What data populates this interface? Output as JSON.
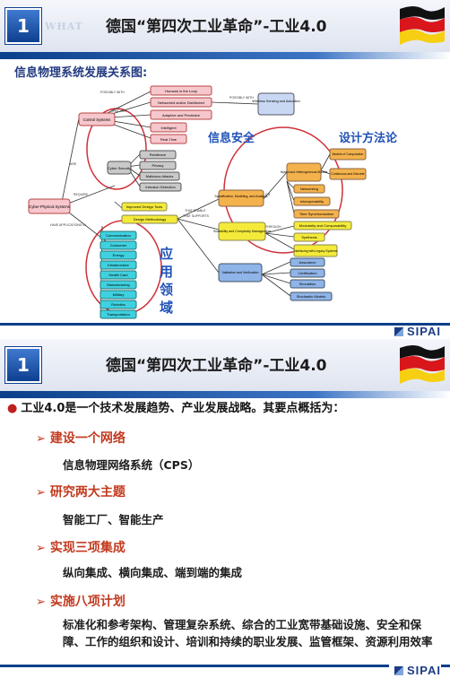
{
  "slide1": {
    "number": "1",
    "watermark": "WHAT",
    "title": "德国“第四次工业革命”-工业4.0",
    "subtitle": "信息物理系统发展关系图:",
    "footer_brand": "SIPAI",
    "labels": {
      "info_security": "信息安全",
      "design_methodology": "设计方法论",
      "application_domain": [
        "应",
        "用",
        "领",
        "域"
      ]
    },
    "diagram": {
      "root": "Cyber-Physical Systems",
      "edge_labels": {
        "are": "ARE",
        "require": "REQUIRE",
        "have_applications_in": "HAVE APPLICATIONS IN",
        "possibly_with": "POSSIBLY WITH",
        "that_are": "THAT ARE",
        "possibly_with_2": "POSSIBLY WITH",
        "that_enable": "THAT ENABLE",
        "that_supports": "THAT SUPPORTS",
        "or": "OR",
        "through": "THROUGH"
      },
      "control_systems": "Control Systems",
      "control_children": [
        "Humans in the Loop",
        "Networked and/or Distributed",
        "Adaptive and Predictive",
        "Intelligent",
        "Real-Time"
      ],
      "wireless": "Wireless Sensing and Actuation",
      "cyber_security": "Cyber Security",
      "security_children": [
        "Resilience",
        "Privacy",
        "Malicious Attacks",
        "Intrusion Detection"
      ],
      "improved_design_tools": "Improved Design Tools",
      "design_methodology": "Design Methodology",
      "spec": "Specification, Modeling, and Analysis",
      "scalability": "Scalability and Complexity Management",
      "validation": "Validation and Verification",
      "hybrid": "Hybrid and Heterogeneous Models",
      "hybrid_children": [
        "Models of Computation",
        "Continuous and Discrete"
      ],
      "spec_children": [
        "Networking",
        "Interoperability",
        "Time Synchronization"
      ],
      "scal_children": [
        "Modularity and Composability",
        "Synthesis",
        "Interfacing with Legacy Systems"
      ],
      "valid_children": [
        "Assurance",
        "Certification",
        "Simulation",
        "Stochastic Models"
      ],
      "applications": [
        "Communication",
        "Consumer",
        "Energy",
        "Infrastructure",
        "Health Care",
        "Manufacturing",
        "Military",
        "Robotics",
        "Transportation"
      ]
    }
  },
  "slide2": {
    "number": "1",
    "title": "德国“第四次工业革命”-工业4.0",
    "intro": "工业4.0是一个技术发展趋势、产业发展战略。其要点概括为：",
    "footer_brand": "SIPAI",
    "points": [
      {
        "heading": "建设一个网络",
        "detail": "信息物理网络系统（CPS）"
      },
      {
        "heading": "研究两大主题",
        "detail": "智能工厂、智能生产"
      },
      {
        "heading": "实现三项集成",
        "detail": "纵向集成、横向集成、端到端的集成"
      },
      {
        "heading": "实施八项计划",
        "detail": "标准化和参考架构、管理复杂系统、综合的工业宽带基础设施、安全和保障、工作的组织和设计、培训和持续的职业发展、监管框架、资源利用效率"
      }
    ]
  },
  "colors": {
    "brand_blue": "#0b3f8a",
    "heading_red": "#c23a1f",
    "pink_node": "#f6c7cc",
    "gray_node": "#c9c9c9",
    "yellow_node": "#f4ea3a",
    "orange_node": "#f4b24c",
    "cyan_node": "#3fd1e0",
    "blue_node": "#8fb4e8",
    "circle_red": "#d0303a"
  }
}
